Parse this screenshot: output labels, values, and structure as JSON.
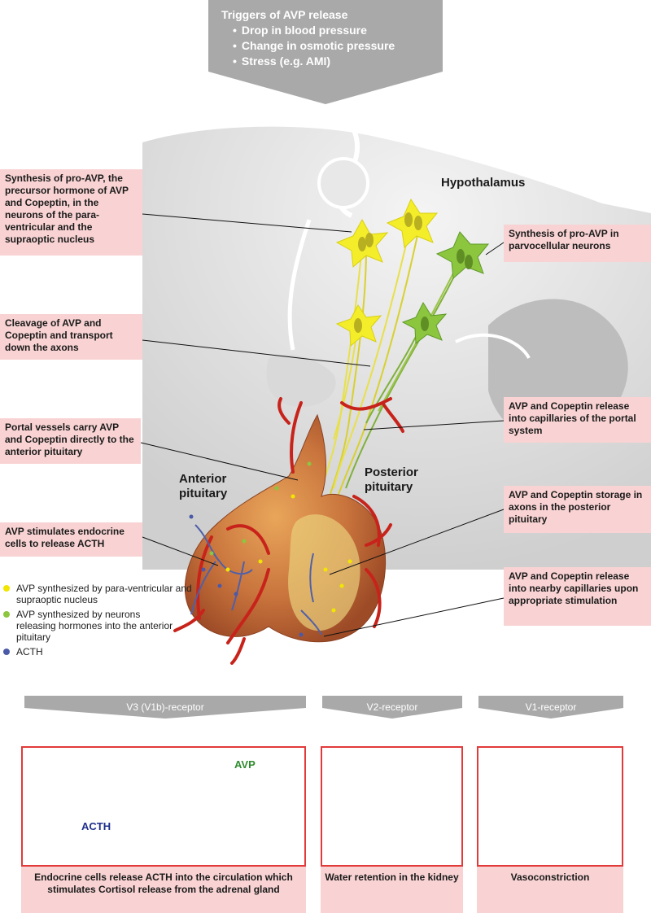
{
  "triggers": {
    "title": "Triggers of AVP release",
    "items": [
      "Drop in blood pressure",
      "Change in osmotic pressure",
      "Stress (e.g.  AMI)"
    ]
  },
  "regions": {
    "hypothalamus": "Hypothalamus",
    "anterior_pituitary": "Anterior pituitary",
    "posterior_pituitary": "Posterior pituitary"
  },
  "annotations": {
    "synthesis_pro_avp": "Synthesis of pro-AVP, the precursor hormone of AVP and Copeptin, in the neurons of the para-ventricular and the supraoptic nucleus",
    "synthesis_parvocellular": "Synthesis of pro-AVP in parvocellular neurons",
    "cleavage": "Cleavage of AVP and Copeptin and transport down the axons",
    "release_portal": "AVP and Copeptin release into capillaries of the portal system",
    "portal_vessels": "Portal vessels carry AVP and Copeptin directly to the anterior pituitary",
    "storage": "AVP and Copeptin storage in axons in the posterior pituitary",
    "stimulates_acth": "AVP stimulates endocrine cells to release ACTH",
    "release_capillaries": "AVP and Copeptin release into nearby capillaries upon appropriate stimulation"
  },
  "legend": [
    {
      "label": "AVP synthesized by para-ventricular and supraoptic nucleus",
      "color": "#f2e600"
    },
    {
      "label": "AVP synthesized by neurons releasing hormones into the anterior pituitary",
      "color": "#8cc63f"
    },
    {
      "label": "ACTH",
      "color": "#4a5aa8"
    }
  ],
  "receptors": [
    {
      "title": "V3 (V1b)-receptor",
      "caption": "Endocrine cells release ACTH into the circulation which stimulates Cortisol release from the adrenal gland"
    },
    {
      "title": "V2-receptor",
      "caption": "Water retention in the kidney"
    },
    {
      "title": "V1-receptor",
      "caption": "Vasoconstriction"
    }
  ],
  "panel_labels": {
    "avp": "AVP",
    "acth": "ACTH"
  },
  "colors": {
    "label_bg": "#f9d3d3",
    "panel_border": "#e23a3a",
    "arrow_gray": "#a9a9a9",
    "avp_dot": "#f2e600",
    "parvo_dot": "#8cc63f",
    "acth_dot": "#4a5aa8",
    "vessel_red": "#d12a22"
  }
}
